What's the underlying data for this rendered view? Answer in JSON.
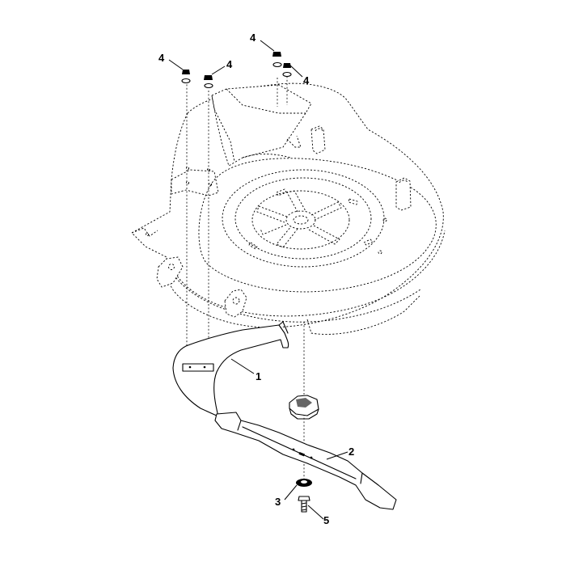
{
  "callouts": {
    "c1": "1",
    "c2": "2",
    "c3": "3",
    "c4a": "4",
    "c4b": "4",
    "c4c": "4",
    "c4d": "4",
    "c5": "5"
  },
  "colors": {
    "ink": "#000000",
    "paper": "#ffffff"
  }
}
